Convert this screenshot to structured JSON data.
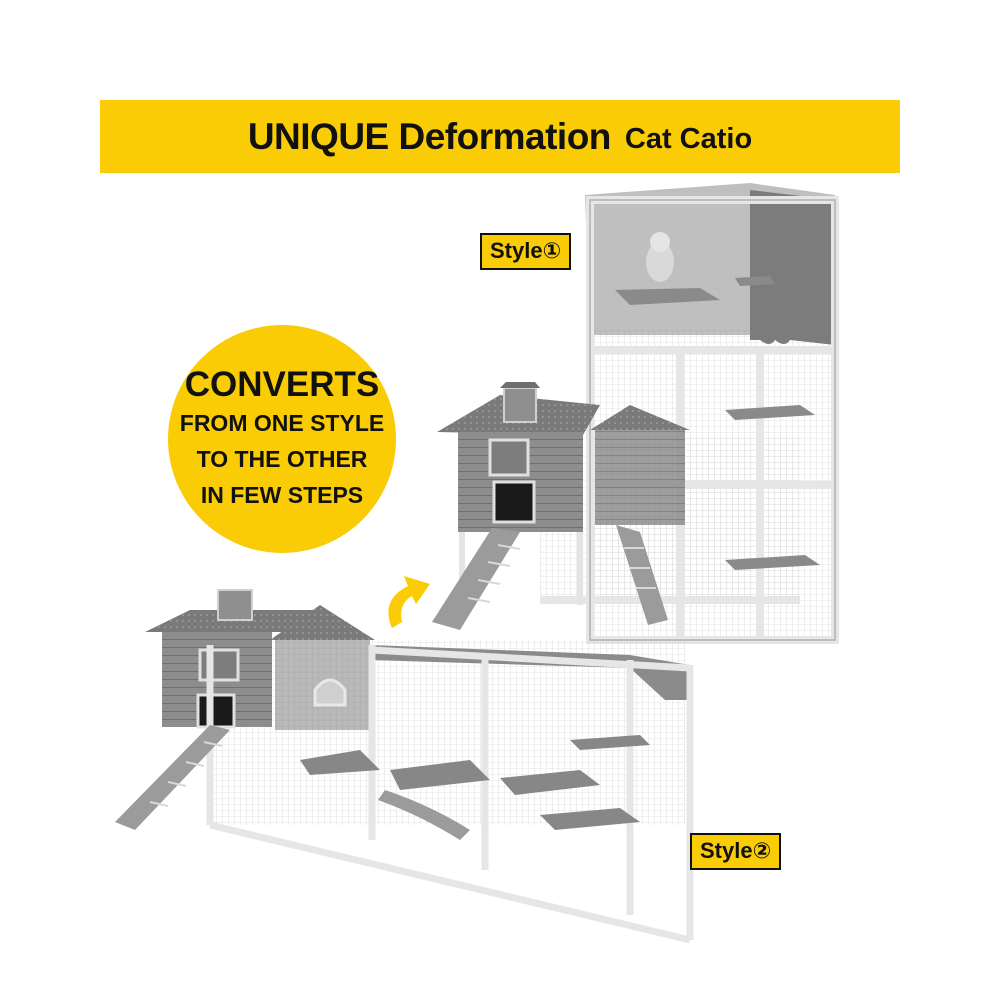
{
  "banner": {
    "title_bold": "UNIQUE Deformation",
    "title_small": "Cat Catio"
  },
  "badge": {
    "line1": "CONVERTS",
    "line2": "FROM ONE STYLE",
    "line3": "TO THE OTHER",
    "line4": "IN FEW STEPS"
  },
  "labels": {
    "style1": "Style①",
    "style2": "Style②"
  },
  "colors": {
    "accent": "#f9cc06",
    "wood": "#9a9a9a",
    "frame": "#e3e3e3"
  }
}
